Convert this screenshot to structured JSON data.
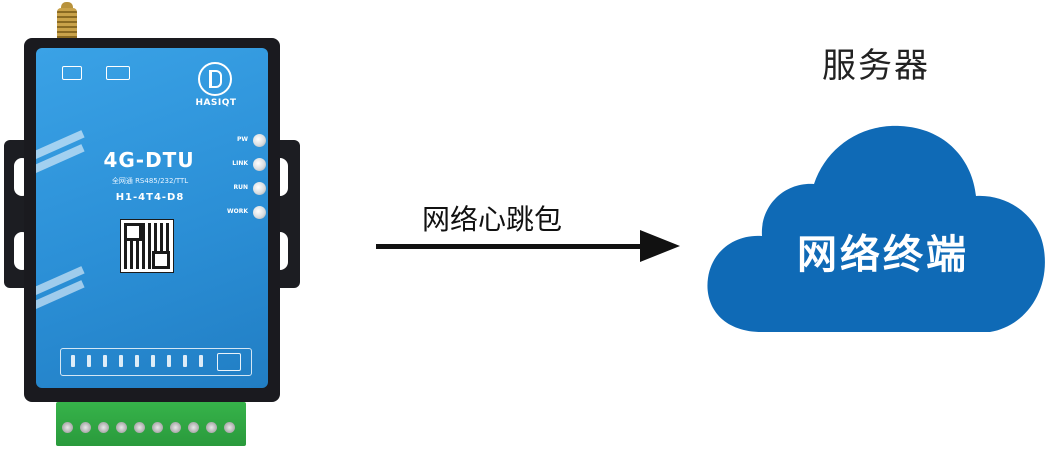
{
  "device": {
    "title": "4G-DTU",
    "subtitle": "全网通 RS485/232/TTL",
    "model": "H1-4T4-D8",
    "brand": "HASIQT",
    "leds": [
      "PW",
      "LINK",
      "RUN",
      "WORK"
    ],
    "colors": {
      "panel": "#2b8fd6",
      "shell": "#1a1a1f",
      "terminal": "#2a9a3c"
    }
  },
  "arrow": {
    "label": "网络心跳包"
  },
  "server": {
    "label": "服务器",
    "cloud_label": "网络终端",
    "cloud_color": "#0f6ab6"
  }
}
